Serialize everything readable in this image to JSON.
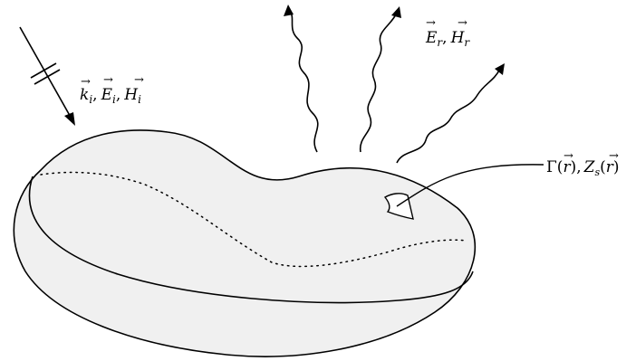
{
  "labels": {
    "incident": {
      "k": "k",
      "k_sub": "i",
      "E": "E",
      "E_sub": "i",
      "H": "H",
      "H_sub": "i",
      "sep": ","
    },
    "scattered": {
      "E": "E",
      "E_sub": "r",
      "H": "H",
      "H_sub": "r",
      "sep": ","
    },
    "surface": {
      "gamma": "Γ",
      "Z": "Z",
      "Z_sub": "s",
      "r": "r",
      "open": "(",
      "close": ")",
      "sep": ","
    },
    "vector_arrow": "→"
  },
  "colors": {
    "body_fill": "#f0f0f0",
    "stroke": "#000000"
  }
}
